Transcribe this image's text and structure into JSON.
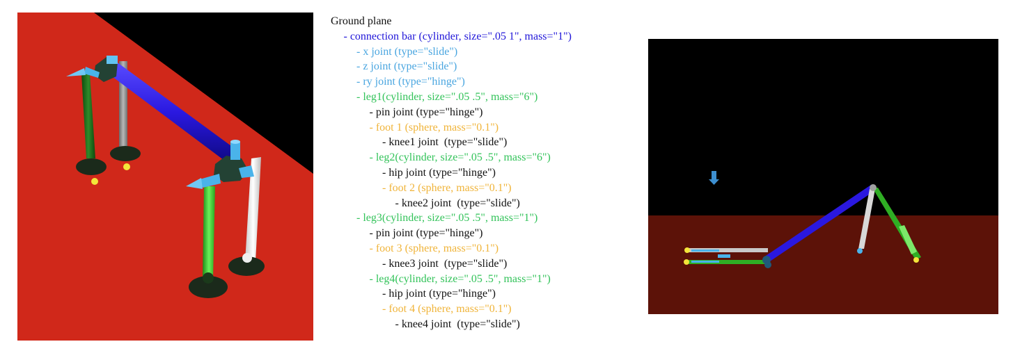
{
  "colors": {
    "black": "#111111",
    "blue": "#1f15d8",
    "lightblue": "#4aa6e0",
    "green": "#33c35a",
    "orange": "#f0b43a",
    "floor_red": "#d0281a",
    "floor_dark": "#5c1208"
  },
  "tree": [
    {
      "text": "Ground plane",
      "indent": 0,
      "color": "black"
    },
    {
      "text": "- connection bar (cylinder, size=\".05 1\", mass=\"1\")",
      "indent": 1,
      "color": "blue"
    },
    {
      "text": "- x joint (type=\"slide\")",
      "indent": 2,
      "color": "lightblue"
    },
    {
      "text": "- z joint (type=\"slide\")",
      "indent": 2,
      "color": "lightblue"
    },
    {
      "text": "- ry joint (type=\"hinge\")",
      "indent": 2,
      "color": "lightblue"
    },
    {
      "text": "- leg1(cylinder, size=\".05 .5\", mass=\"6\")",
      "indent": 2,
      "color": "green"
    },
    {
      "text": "- pin joint (type=\"hinge\")",
      "indent": 3,
      "color": "black"
    },
    {
      "text": "- foot 1 (sphere, mass=\"0.1\")",
      "indent": 3,
      "color": "orange"
    },
    {
      "text": "- knee1 joint  (type=\"slide\")",
      "indent": 4,
      "color": "black"
    },
    {
      "text": "- leg2(cylinder, size=\".05 .5\", mass=\"6\")",
      "indent": 3,
      "color": "green"
    },
    {
      "text": "- hip joint (type=\"hinge\")",
      "indent": 4,
      "color": "black"
    },
    {
      "text": "- foot 2 (sphere, mass=\"0.1\")",
      "indent": 4,
      "color": "orange"
    },
    {
      "text": "- knee2 joint  (type=\"slide\")",
      "indent": 5,
      "color": "black"
    },
    {
      "text": "- leg3(cylinder, size=\".05 .5\", mass=\"1\")",
      "indent": 2,
      "color": "green"
    },
    {
      "text": "- pin joint (type=\"hinge\")",
      "indent": 3,
      "color": "black"
    },
    {
      "text": "- foot 3 (sphere, mass=\"0.1\")",
      "indent": 3,
      "color": "orange"
    },
    {
      "text": "- knee3 joint  (type=\"slide\")",
      "indent": 4,
      "color": "black"
    },
    {
      "text": "- leg4(cylinder, size=\".05 .5\", mass=\"1\")",
      "indent": 3,
      "color": "green"
    },
    {
      "text": "- hip joint (type=\"hinge\")",
      "indent": 4,
      "color": "black"
    },
    {
      "text": "- foot 4 (sphere, mass=\"0.1\")",
      "indent": 4,
      "color": "orange"
    },
    {
      "text": "- knee4 joint  (type=\"slide\")",
      "indent": 5,
      "color": "black"
    }
  ]
}
